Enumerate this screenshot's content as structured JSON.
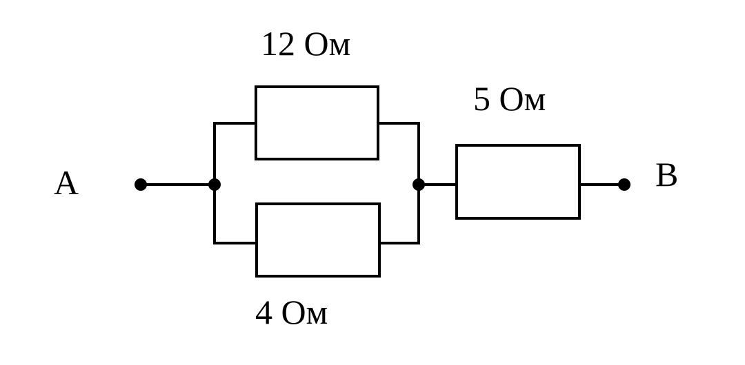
{
  "terminals": {
    "a": "A",
    "b": "B"
  },
  "resistors": {
    "top": "12 Ом",
    "bottom": "4 Ом",
    "series": "5 Ом"
  }
}
